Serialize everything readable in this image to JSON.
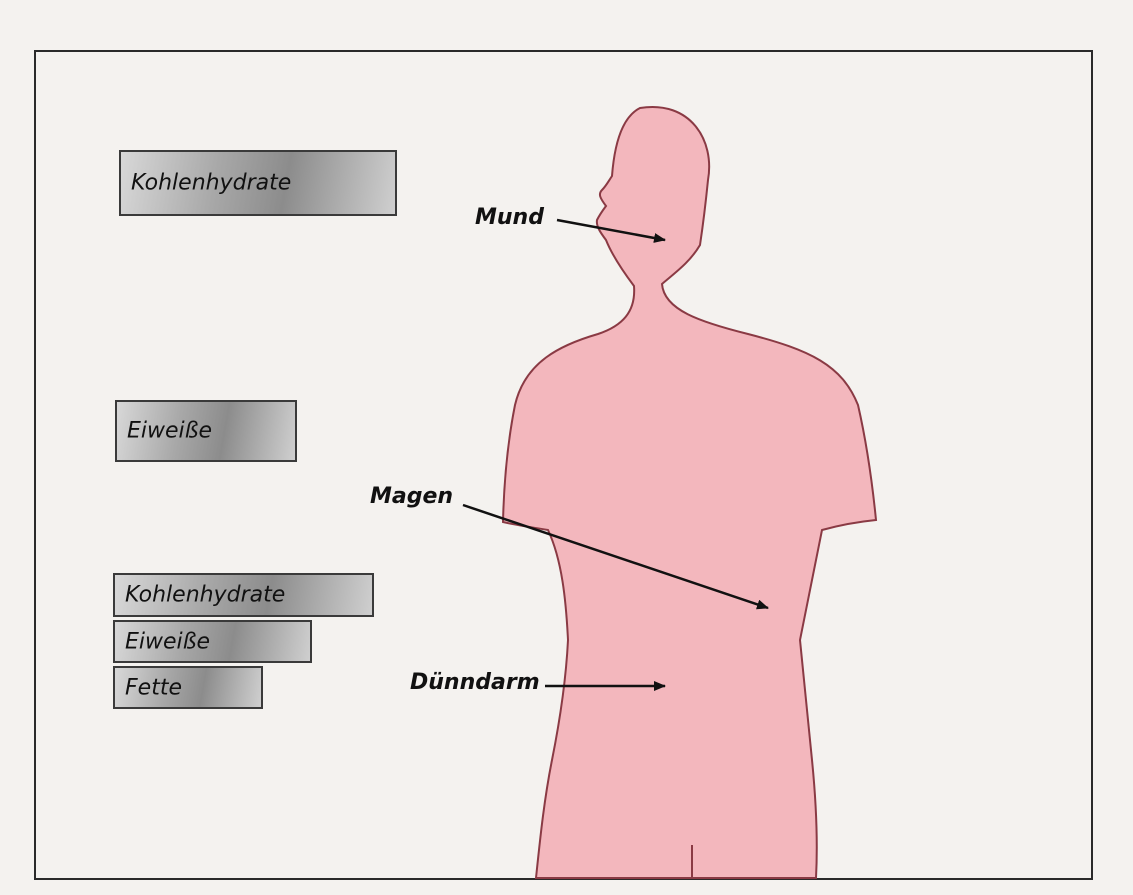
{
  "nutrients": {
    "mouth_group": [
      "Kohlenhydrate"
    ],
    "stomach_group": [
      "Eiweiße"
    ],
    "intestine_group": [
      "Kohlenhydrate",
      "Eiweiße",
      "Fette"
    ]
  },
  "organs": {
    "mouth": "Mund",
    "stomach": "Magen",
    "small_intestine": "Dünndarm"
  },
  "colors": {
    "body_silhouette": "#f3b7bd",
    "body_outline": "#8a3a44",
    "frame": "#2a2a2a",
    "page_background": "#f4f2ef"
  }
}
